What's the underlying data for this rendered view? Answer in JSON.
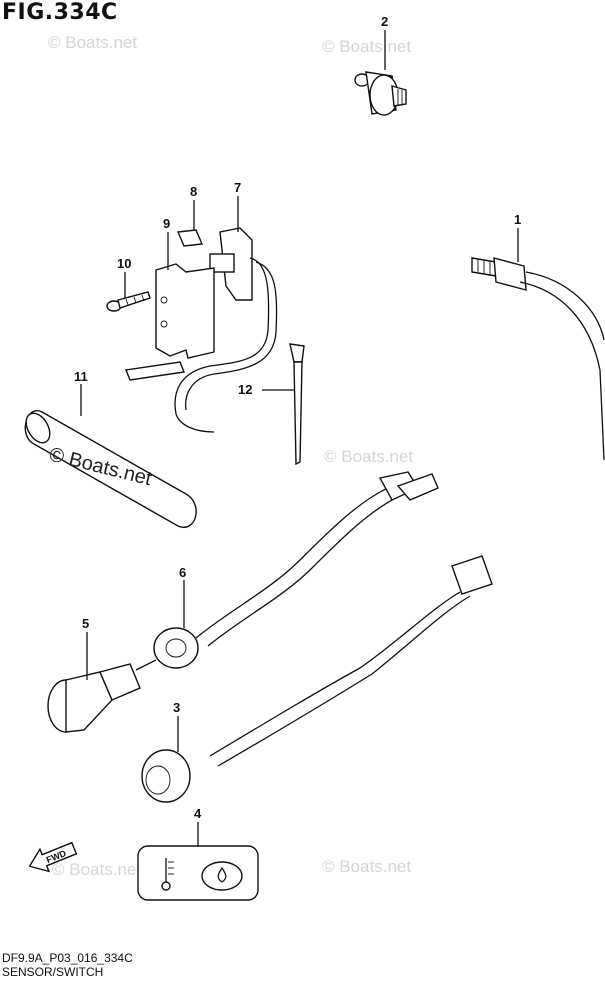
{
  "figure": {
    "title": "FIG.334C",
    "code": "DF9.9A_P03_016_334C",
    "caption": "SENSOR/SWITCH"
  },
  "watermark": "© Boats.net",
  "watermark_label": "© Boats.net",
  "fwd_label": "FWD",
  "callouts": [
    {
      "id": "1",
      "label": "1"
    },
    {
      "id": "2",
      "label": "2"
    },
    {
      "id": "3",
      "label": "3"
    },
    {
      "id": "4",
      "label": "4"
    },
    {
      "id": "5",
      "label": "5"
    },
    {
      "id": "6",
      "label": "6"
    },
    {
      "id": "7",
      "label": "7"
    },
    {
      "id": "8",
      "label": "8"
    },
    {
      "id": "9",
      "label": "9"
    },
    {
      "id": "10",
      "label": "10"
    },
    {
      "id": "11",
      "label": "11"
    },
    {
      "id": "12",
      "label": "12"
    }
  ]
}
